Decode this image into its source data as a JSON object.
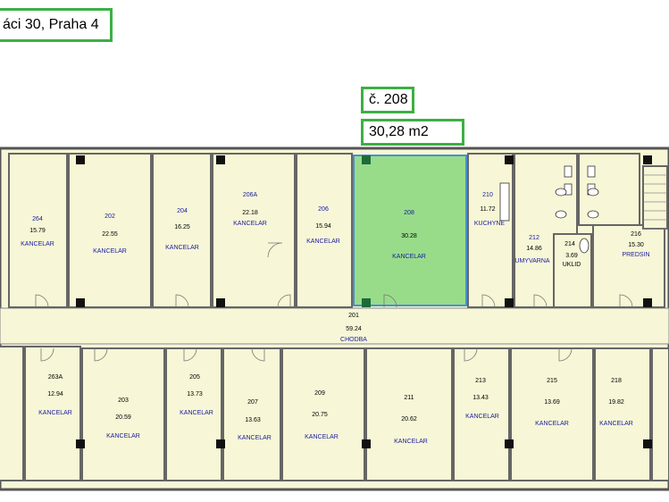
{
  "header": {
    "address": "áci 30, Praha 4",
    "room_number": "č. 208",
    "room_area": "30,28 m2"
  },
  "colors": {
    "room_fill": "#f7f7d7",
    "highlight_fill": "#98dc8a",
    "wall": "#555555",
    "label_border": "#3cb043",
    "text_blue": "#1a1aa0"
  },
  "rooms": {
    "r264": {
      "num": "264",
      "area": "15.79",
      "type": "KANCELAR"
    },
    "r202": {
      "num": "202",
      "area": "22.55",
      "type": "KANCELAR"
    },
    "r204": {
      "num": "204",
      "area": "16.25",
      "type": "KANCELAR"
    },
    "r206a": {
      "num": "206A",
      "area": "22.18",
      "type": "KANCELAR"
    },
    "r206": {
      "num": "206",
      "area": "15.94",
      "type": "KANCELAR"
    },
    "r208": {
      "num": "208",
      "area": "30.28",
      "type": "KANCELAR"
    },
    "r210": {
      "num": "210",
      "area": "11.72",
      "type": "KUCHYNE"
    },
    "r212": {
      "num": "212",
      "area": "14.86",
      "type": "UMYVARNA"
    },
    "r214": {
      "num": "214",
      "area": "3.69",
      "type": "UKLID"
    },
    "r216": {
      "num": "216",
      "area": "15.30",
      "type": "PREDSIN"
    },
    "r201": {
      "num": "201",
      "area": "59.24",
      "type": "CHODBA"
    },
    "r263a": {
      "num": "263A",
      "area": "12.94",
      "type": "KANCELAR"
    },
    "r203": {
      "num": "203",
      "area": "20.59",
      "type": "KANCELAR"
    },
    "r205": {
      "num": "205",
      "area": "13.73",
      "type": "KANCELAR"
    },
    "r207": {
      "num": "207",
      "area": "13.63",
      "type": "KANCELAR"
    },
    "r209": {
      "num": "209",
      "area": "20.75",
      "type": "KANCELAR"
    },
    "r211": {
      "num": "211",
      "area": "20.62",
      "type": "KANCELAR"
    },
    "r213": {
      "num": "213",
      "area": "13.43",
      "type": "KANCELAR"
    },
    "r215": {
      "num": "215",
      "area": "13.69",
      "type": "KANCELAR"
    },
    "r218": {
      "num": "218",
      "area": "19.82",
      "type": "KANCELAR"
    }
  }
}
